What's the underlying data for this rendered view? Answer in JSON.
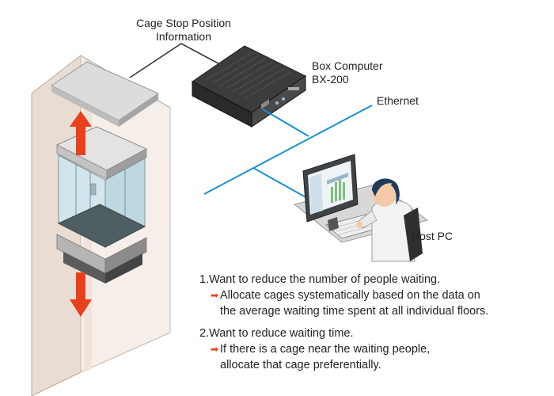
{
  "labels": {
    "cage_stop_line1": "Cage Stop Position",
    "cage_stop_line2": "Information",
    "box_line1": "Box Computer",
    "box_line2": "BX-200",
    "ethernet": "Ethernet",
    "host_pc": "Host PC"
  },
  "notes": [
    {
      "heading": "1.Want to reduce the number of people waiting.",
      "detail_lines": [
        "Allocate cages systematically based on the data on",
        "the average waiting time spent at all individual floors."
      ]
    },
    {
      "heading": "2.Want to reduce waiting time.",
      "detail_lines": [
        "If there is a cage near the waiting people,",
        "allocate that cage preferentially."
      ]
    }
  ],
  "colors": {
    "ethernet_line": "#1a8fd0",
    "arrow": "#e8401c",
    "shaft_wall": "#f3ebe5",
    "glass": "#cfe3ec"
  }
}
